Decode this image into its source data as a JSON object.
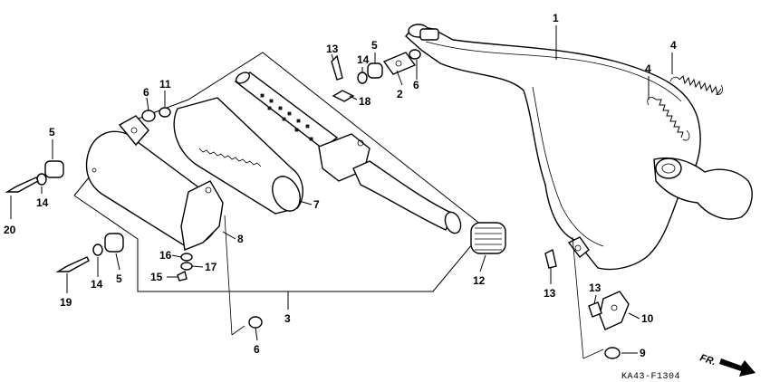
{
  "diagram_code": "KA43-F1304",
  "front_marker": "FR.",
  "callouts": {
    "c1": "1",
    "c2": "2",
    "c3": "3",
    "c4a": "4",
    "c4b": "4",
    "c5a": "5",
    "c5b": "5",
    "c5c": "5",
    "c6a": "6",
    "c6b": "6",
    "c6c": "6",
    "c7": "7",
    "c8": "8",
    "c9": "9",
    "c10": "10",
    "c11": "11",
    "c12": "12",
    "c13a": "13",
    "c13b": "13",
    "c13c": "13",
    "c14a": "14",
    "c14b": "14",
    "c14c": "14",
    "c15": "15",
    "c16": "16",
    "c17": "17",
    "c18": "18",
    "c19": "19",
    "c20": "20"
  }
}
